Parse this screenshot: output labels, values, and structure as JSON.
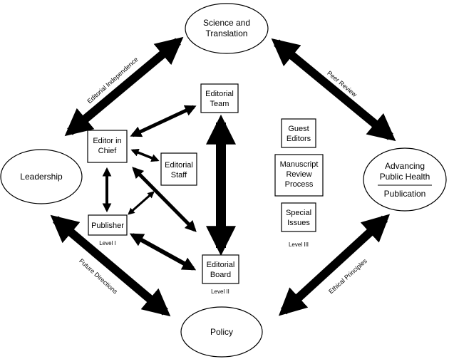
{
  "nodes": {
    "science": {
      "lines": [
        "Science and",
        "Translation"
      ]
    },
    "leadership": {
      "lines": [
        "Leadership"
      ]
    },
    "policy": {
      "lines": [
        "Policy"
      ]
    },
    "advancing": {
      "lines": [
        "Advancing",
        "Public Health"
      ],
      "sub": "Publication"
    },
    "editor_in_chief": {
      "lines": [
        "Editor in",
        "Chief"
      ]
    },
    "editorial_team": {
      "lines": [
        "Editorial",
        "Team"
      ]
    },
    "editorial_staff": {
      "lines": [
        "Editorial",
        "Staff"
      ]
    },
    "publisher": {
      "lines": [
        "Publisher"
      ]
    },
    "editorial_board": {
      "lines": [
        "Editorial",
        "Board"
      ]
    },
    "guest_editors": {
      "lines": [
        "Guest",
        "Editors"
      ]
    },
    "manuscript_review": {
      "lines": [
        "Manuscript",
        "Review",
        "Process"
      ]
    },
    "special_issues": {
      "lines": [
        "Special",
        "Issues"
      ]
    }
  },
  "levels": {
    "level1": "Level I",
    "level2": "Level II",
    "level3": "Level III"
  },
  "edges": {
    "editorial_independence": "Editorial Independence",
    "peer_review": "Peer Review",
    "future_directions": "Future Directions",
    "ethical_principles": "Ethical Principles"
  }
}
